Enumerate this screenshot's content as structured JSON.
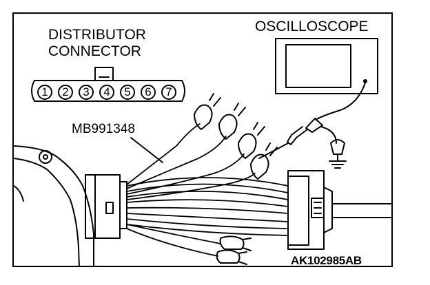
{
  "labels": {
    "distributor_line1": "DISTRIBUTOR",
    "distributor_line2": "CONNECTOR",
    "oscilloscope": "OSCILLOSCOPE",
    "tool": "MB991348",
    "figure_code": "AK102985AB"
  },
  "connector_pins": [
    "1",
    "2",
    "3",
    "4",
    "5",
    "6",
    "7"
  ]
}
